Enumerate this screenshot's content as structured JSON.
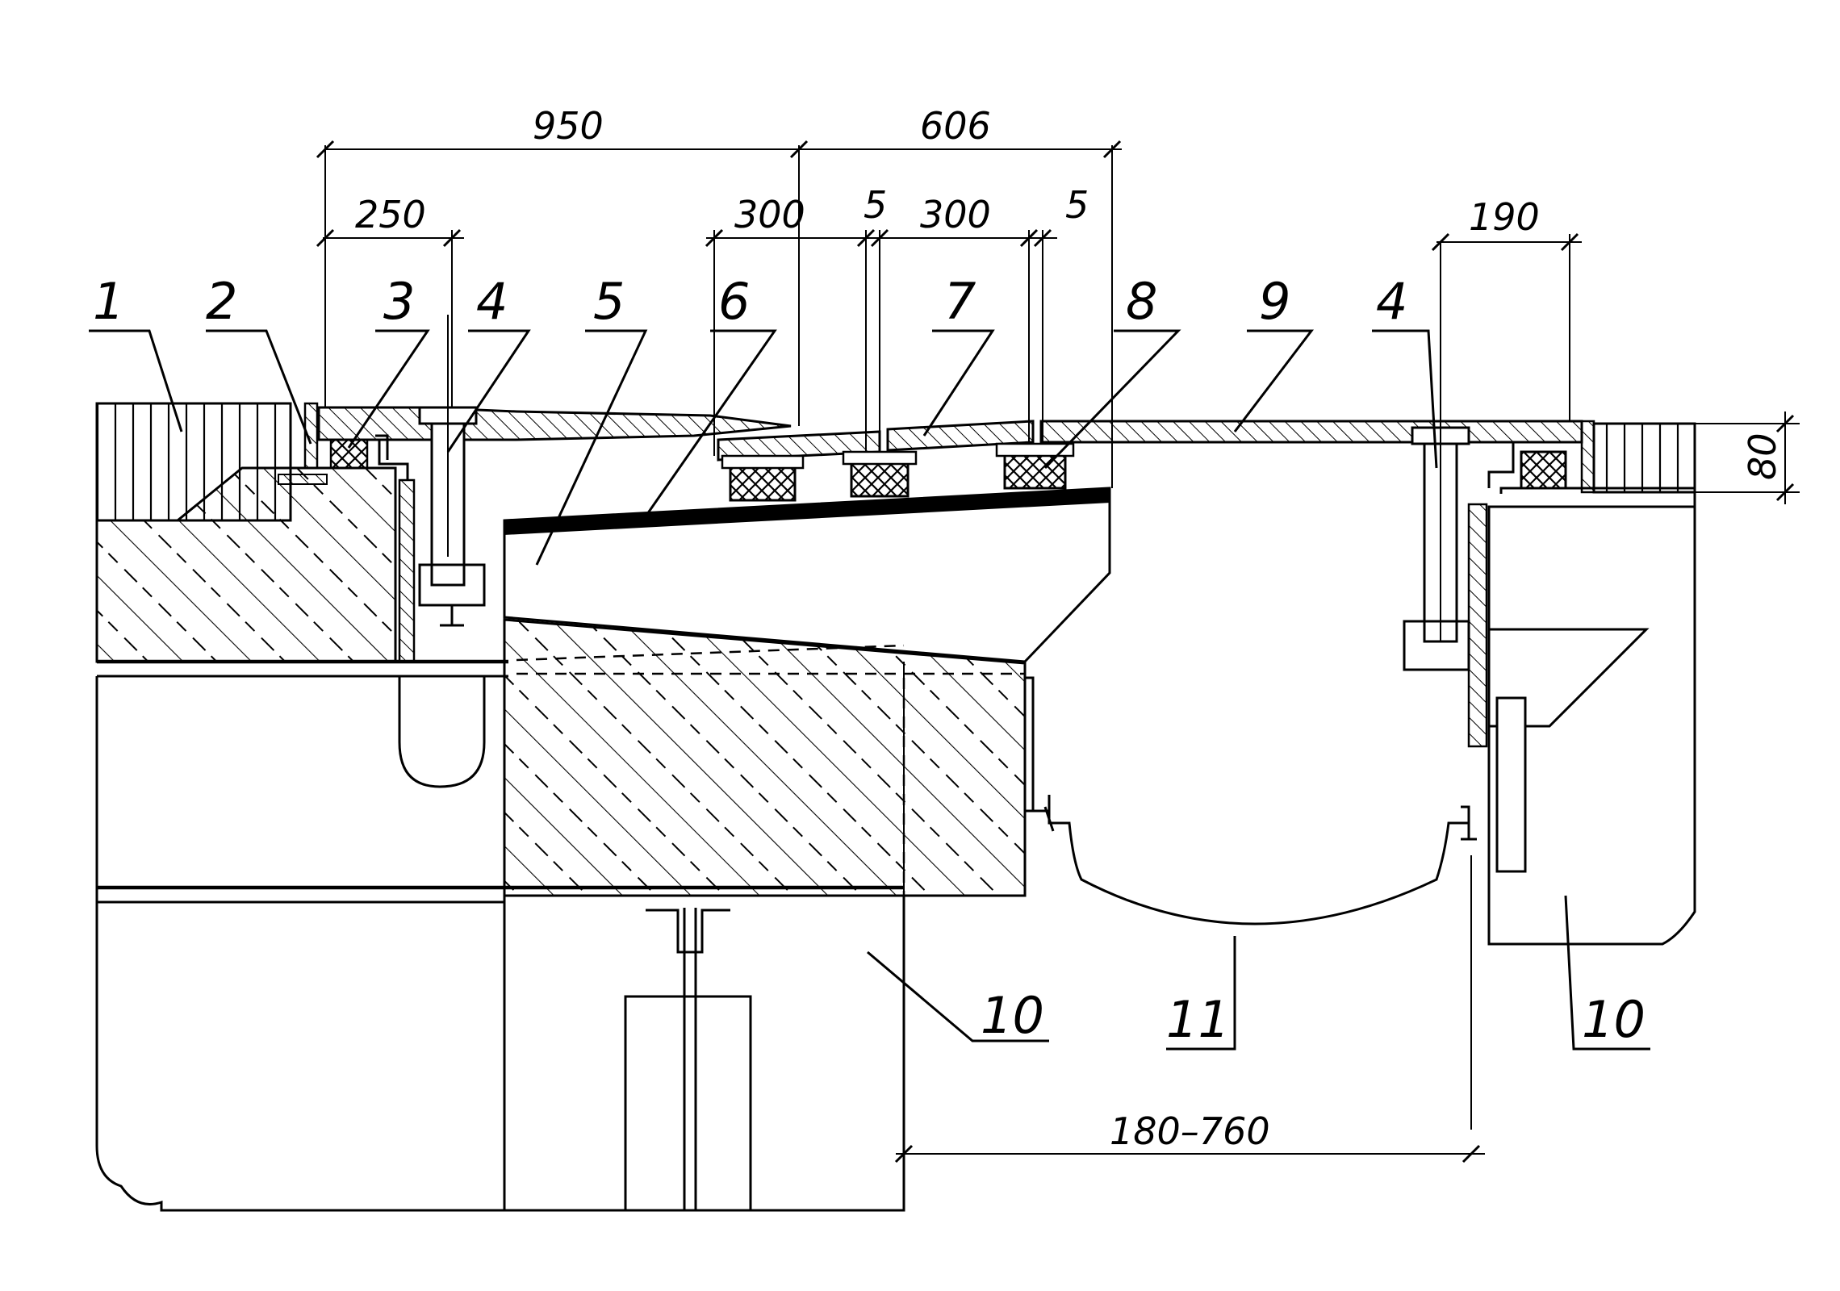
{
  "figure": {
    "dimensions": {
      "d950": "950",
      "d606": "606",
      "d250": "250",
      "d300a": "300",
      "d5a": "5",
      "d300b": "300",
      "d5b": "5",
      "d190": "190",
      "d80": "80",
      "d180_760": "180–760"
    },
    "callouts": [
      {
        "label": "1"
      },
      {
        "label": "2"
      },
      {
        "label": "3"
      },
      {
        "label": "4"
      },
      {
        "label": "5"
      },
      {
        "label": "6"
      },
      {
        "label": "7"
      },
      {
        "label": "8"
      },
      {
        "label": "9"
      },
      {
        "label": "4"
      },
      {
        "label": "10"
      },
      {
        "label": "11"
      },
      {
        "label": "10"
      }
    ]
  }
}
